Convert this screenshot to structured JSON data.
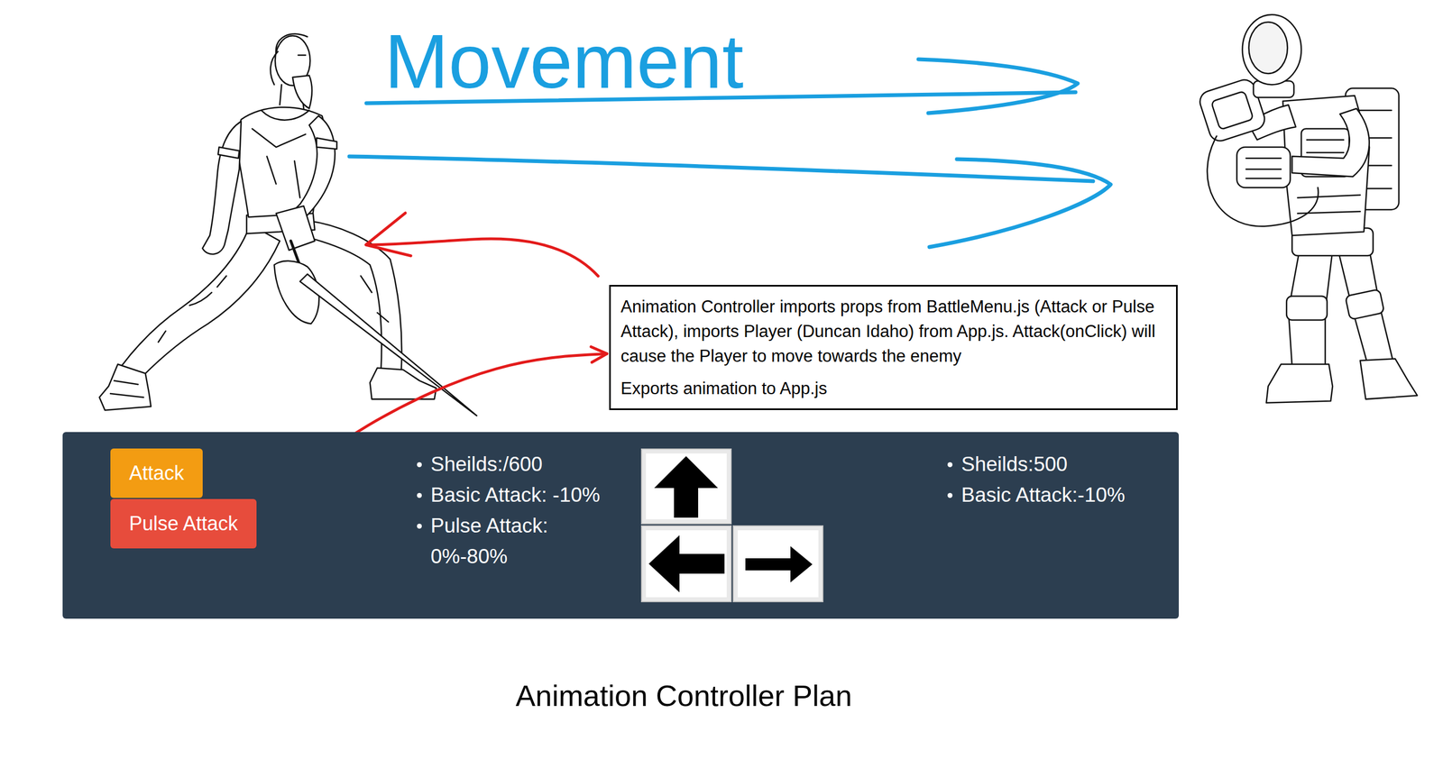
{
  "diagram": {
    "caption": "Animation Controller Plan",
    "nodes": [
      {
        "text": [
          "Animation Controller imports props from BattleMenu.js (Attack or Pulse Attack), imports Player (Duncan Idaho) from App.js. Attack(onClick) will cause the Player to move towards the enemy",
          "Exports animation to App.js"
        ]
      },
      {
        "text": [
          "Sheilds:/600",
          "Basic Attack: -10%",
          "Pulse Attack: 0%-80%",
          "Sheilds:500",
          "Basic Attack:-10%"
        ]
      },
      {
        "text": [
          "Attack"
        ],
        "in": 1
      },
      {
        "text": [
          "Pulse Attack"
        ],
        "in": 1
      }
    ],
    "edges": [
      {
        "from": 3,
        "to": 0,
        "arrow": "to"
      }
    ],
    "labels": [
      "Movement"
    ]
  }
}
